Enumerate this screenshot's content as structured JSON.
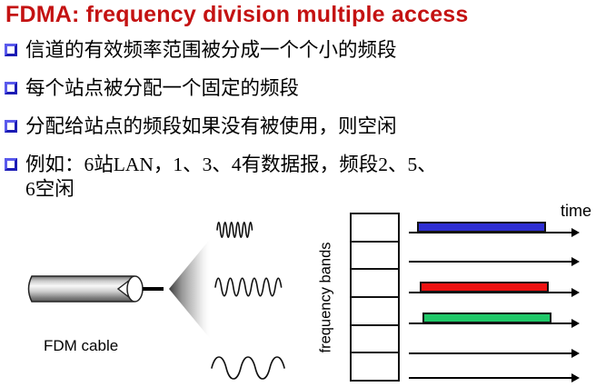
{
  "slide": {
    "title": "FDMA: frequency division multiple access",
    "bullets": [
      {
        "lines": [
          "信道的有效频率范围被分成一个个小的频段"
        ]
      },
      {
        "lines": [
          "每个站点被分配一个固定的频段"
        ]
      },
      {
        "lines": [
          "分配给站点的频段如果没有被使用，则空闲"
        ]
      },
      {
        "lines": [
          "例如：6站LAN，1、3、4有数据报，频段2、5、",
          "6空闲"
        ]
      }
    ]
  },
  "figure": {
    "cable_label": "FDM cable",
    "waveforms": [
      "high-frequency-wave",
      "medium-frequency-wave",
      "low-frequency-wave"
    ]
  },
  "diagram": {
    "y_axis_label": "frequency bands",
    "x_axis_label": "time",
    "num_bands": 6,
    "bands": [
      {
        "band": 1,
        "status": "occupied",
        "bar_color": "#2f2fd3"
      },
      {
        "band": 2,
        "status": "idle",
        "bar_color": null
      },
      {
        "band": 3,
        "status": "occupied",
        "bar_color": "#ee1111"
      },
      {
        "band": 4,
        "status": "occupied",
        "bar_color": "#1fc868"
      },
      {
        "band": 5,
        "status": "idle",
        "bar_color": null
      },
      {
        "band": 6,
        "status": "idle",
        "bar_color": null
      }
    ]
  },
  "colors": {
    "title": "#c41212",
    "bullet_marker": "#2d2dd8",
    "band_blue": "#2f2fd3",
    "band_red": "#ee1111",
    "band_green": "#1fc868"
  }
}
